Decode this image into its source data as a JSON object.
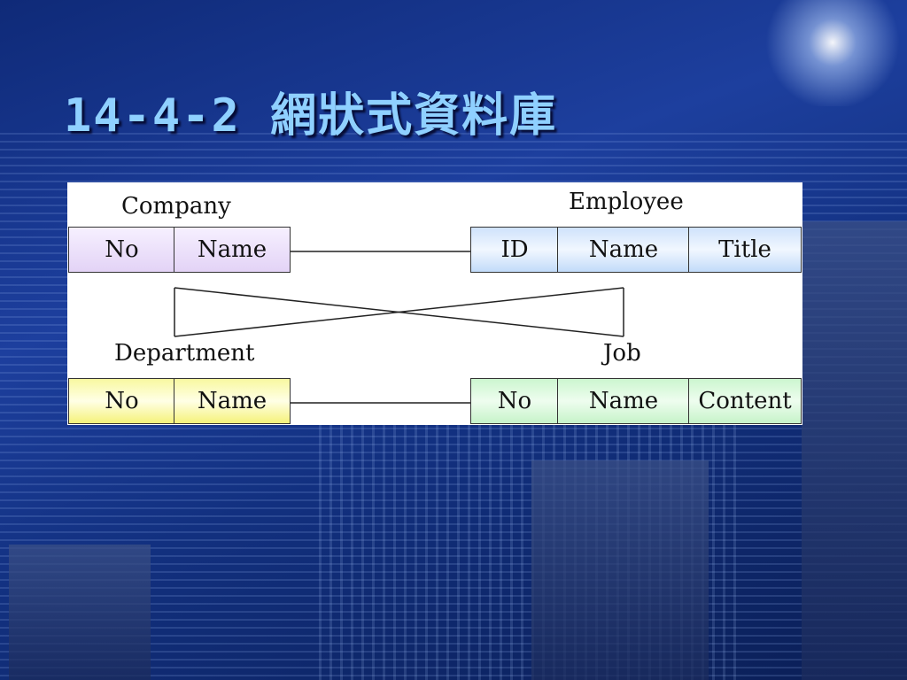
{
  "slide": {
    "title": "14-4-2  網狀式資料庫"
  },
  "diagram": {
    "records": [
      {
        "name": "Company",
        "fields": [
          "No",
          "Name"
        ],
        "color": "#e3d3f6"
      },
      {
        "name": "Employee",
        "fields": [
          "ID",
          "Name",
          "Title"
        ],
        "color": "#cfe2fb"
      },
      {
        "name": "Department",
        "fields": [
          "No",
          "Name"
        ],
        "color": "#f5f27a"
      },
      {
        "name": "Job",
        "fields": [
          "No",
          "Name",
          "Content"
        ],
        "color": "#c6f3c9"
      }
    ],
    "links": [
      {
        "from": "Company",
        "to": "Employee"
      },
      {
        "from": "Department",
        "to": "Job"
      },
      {
        "from": "Company",
        "to": "Job"
      },
      {
        "from": "Department",
        "to": "Employee"
      }
    ]
  }
}
